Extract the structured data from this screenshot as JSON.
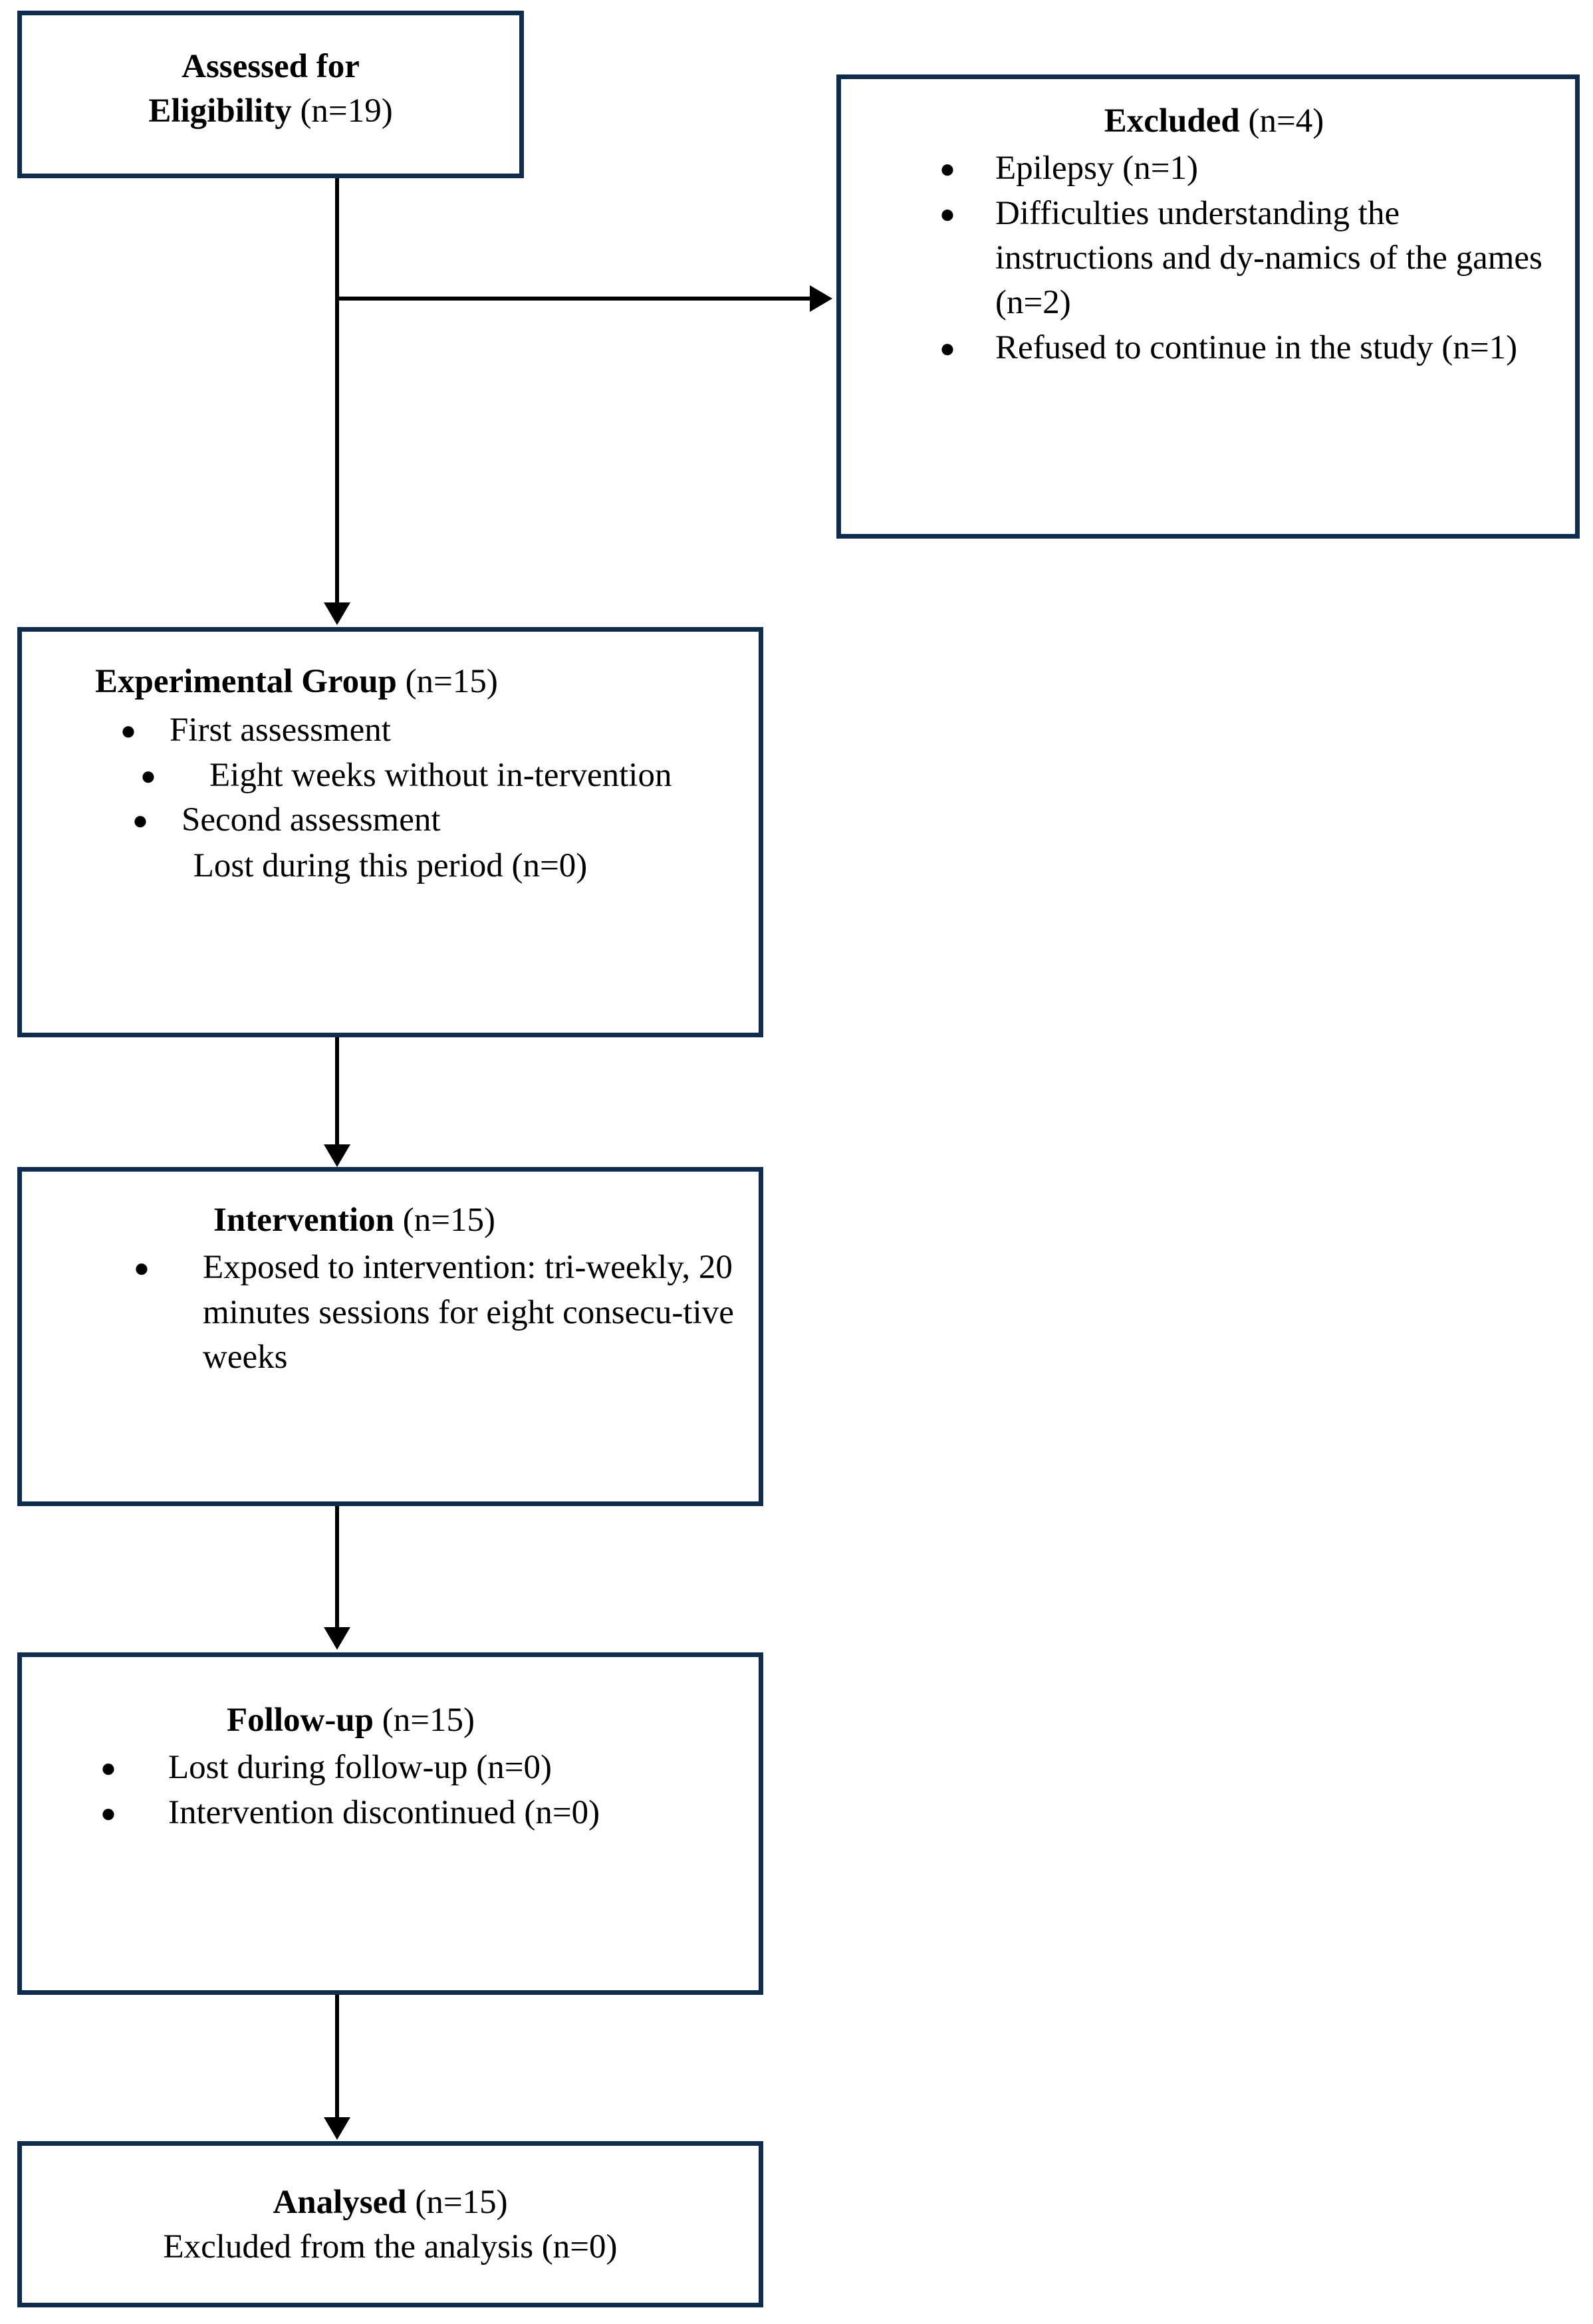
{
  "diagram": {
    "title": "CONSORT participant flow diagram",
    "border_color": "#0d2c50",
    "connector_color": "#000000",
    "background_color": "#ffffff"
  },
  "nodes": {
    "assessed": {
      "name": "Assessed for Eligibility",
      "title_bold": "Assessed for",
      "title_bold_2": "Eligibility",
      "title_count": "(n=19)"
    },
    "excluded": {
      "name": "Excluded",
      "title_bold": "Excluded",
      "title_count": "(n=4)",
      "items": [
        "Epilepsy (n=1)",
        "Difficulties understanding the instructions and dy-namics of the games (n=2)",
        "Refused to continue in the study (n=1)"
      ]
    },
    "experimental": {
      "name": "Experimental Group",
      "title_bold": "Experimental Group",
      "title_count": "(n=15)",
      "items": [
        "First assessment",
        "Eight weeks without in-tervention",
        "Second assessment"
      ],
      "footer": "Lost during this period (n=0)"
    },
    "intervention": {
      "name": "Intervention",
      "title_bold": "Intervention",
      "title_count": "(n=15)",
      "items": [
        "Exposed to intervention: tri-weekly, 20 minutes sessions for eight consecu-tive weeks"
      ]
    },
    "followup": {
      "name": "Follow-up",
      "title_bold": "Follow-up",
      "title_count": "(n=15)",
      "items": [
        "Lost during follow-up (n=0)",
        "Intervention discontinued (n=0)"
      ]
    },
    "analysed": {
      "name": "Analysed",
      "title_bold": "Analysed",
      "title_count": "(n=15)",
      "footer": "Excluded from the analysis (n=0)"
    }
  },
  "bullet_glyph": "●"
}
